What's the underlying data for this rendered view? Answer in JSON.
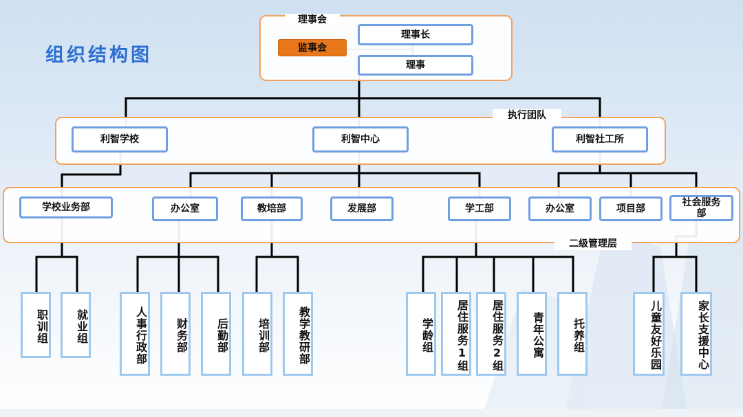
{
  "title": "组织结构图",
  "board": {
    "panel_label": "理事会",
    "chairman": "理事长",
    "supervisors": "监事会",
    "directors": "理事"
  },
  "executive": {
    "panel_label": "执行团队",
    "units": [
      "利智学校",
      "利智中心",
      "利智社工所"
    ]
  },
  "second_level": {
    "panel_label": "二级管理层",
    "departments": [
      "学校业务部",
      "办公室",
      "教培部",
      "发展部",
      "学工部",
      "办公室",
      "项目部",
      "社会服务部"
    ]
  },
  "teams": [
    "职训组",
    "就业组",
    "人事行政部",
    "财务部",
    "后勤部",
    "培训部",
    "教学教研部",
    "学龄组",
    "居住服务1组",
    "居住服务2组",
    "青年公寓",
    "托养组",
    "儿童友好乐园",
    "家长支援中心"
  ],
  "colors": {
    "panel_border": "#f3a25c",
    "box_border": "#6f9fe0",
    "team_border": "#9fc8ee",
    "supervisor_fill": "#e8761a",
    "title": "#2c6fd1",
    "line": "#000000"
  }
}
